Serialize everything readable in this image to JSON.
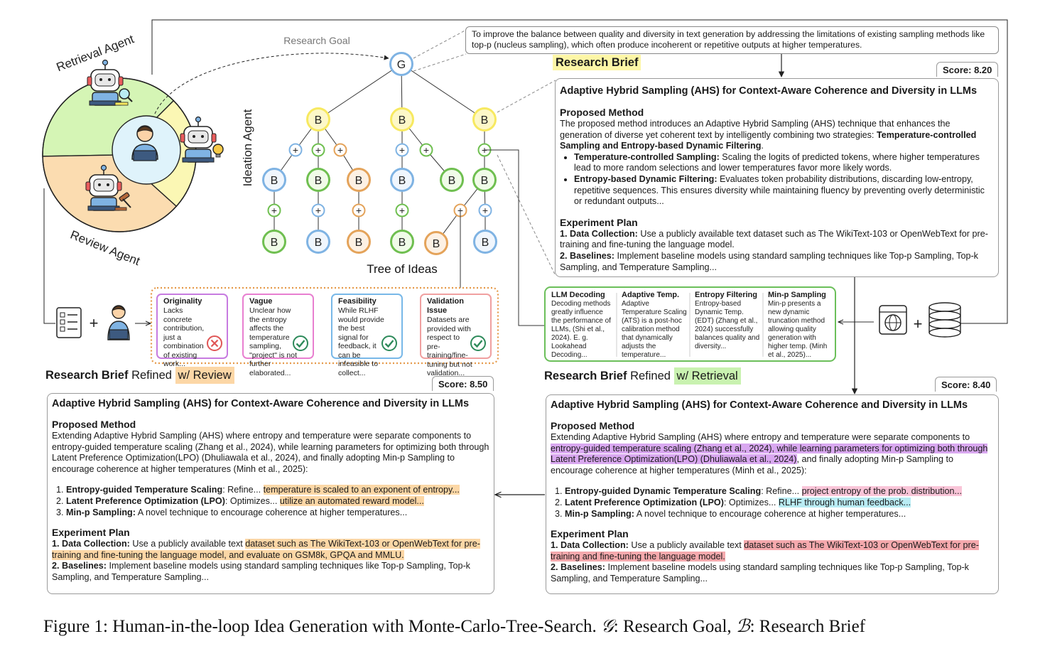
{
  "agents": {
    "retrieval_label": "Retrieval Agent",
    "ideation_label": "Ideation Agent",
    "review_label": "Review Agent",
    "research_goal_label": "Research Goal",
    "tree_label": "Tree of Ideas",
    "goal_node": "G",
    "brief_node": "B",
    "plus_symbol": "+"
  },
  "goal_text": "To improve the balance between quality and diversity in text generation by addressing the limitations of existing sampling methods like top-p (nucleus sampling), which often produce incoherent or repetitive outputs at higher temperatures.",
  "research_brief": {
    "heading": "Research Brief",
    "score": "Score: 8.20",
    "title": "Adaptive Hybrid Sampling (AHS) for Context-Aware Coherence and Diversity in LLMs",
    "method_heading": "Proposed Method",
    "method_intro": "The proposed method introduces an Adaptive Hybrid Sampling (AHS) technique that enhances the generation of diverse yet coherent text by intelligently combining two strategies: ",
    "method_intro_bold": "Temperature-controlled Sampling and Entropy-based Dynamic Filtering",
    "method_intro_end": ".",
    "bullets": [
      {
        "label": "Temperature-controlled Sampling:",
        "text": " Scaling the logits of predicted tokens, where higher temperatures lead to more random selections and lower temperatures favor more likely words."
      },
      {
        "label": "Entropy-based Dynamic Filtering:",
        "text": " Evaluates token probability distributions, discarding low-entropy, repetitive sequences. This ensures diversity while maintaining fluency by preventing overly deterministic or redundant outputs..."
      }
    ],
    "plan_heading": "Experiment Plan",
    "plan": [
      {
        "label": "1. Data Collection:",
        "text": " Use a publicly available text dataset such as The WikiText-103 or OpenWebText for pre-training and fine-tuning the language model."
      },
      {
        "label": "2. Baselines:",
        "text": " Implement baseline models using standard sampling techniques like Top-p Sampling, Top-k Sampling, and Temperature Sampling..."
      }
    ]
  },
  "reviews": [
    {
      "title": "Originality",
      "text": "Lacks concrete contribution, just a combination of existing work...",
      "mark": "cross-icon",
      "color": "#c77be0"
    },
    {
      "title": "Vague",
      "text": "Unclear how the entropy affects the temperature sampling, \"project\" is not further elaborated...",
      "mark": "check-icon",
      "color": "#e87fd0"
    },
    {
      "title": "Feasibility",
      "text": "While RLHF would provide the best signal for feedback, it can be infeasible to collect...",
      "mark": "check-icon",
      "color": "#78b8e8"
    },
    {
      "title": "Validation Issue",
      "text": "Datasets are provided with respect to pre-training/fine-tuning but not validation...",
      "mark": "check-icon",
      "color": "#f0a0a0"
    }
  ],
  "literature": [
    {
      "title": "LLM Decoding",
      "text": "Decoding methods greatly influence the performance of LLMs, (Shi et al., 2024). E. g. Lookahead Decoding..."
    },
    {
      "title": "Adaptive Temp.",
      "text": "Adaptive Temperature Scaling (ATS) is a post-hoc calibration method that dynamically adjusts the temperature..."
    },
    {
      "title": "Entropy Filtering",
      "text": "Entropy-based Dynamic Temp. (EDT) (Zhang et al., 2024) successfully balances quality and diversity..."
    },
    {
      "title": "Min-p Sampling",
      "text": "Min-p presents a new dynamic truncation method allowing quality generation with higher temp. (Minh et al., 2025)..."
    }
  ],
  "refined_review": {
    "heading_bold": "Research Brief",
    "heading_rest": " Refined ",
    "heading_tag": "w/ Review",
    "score": "Score: 8.50",
    "title": "Adaptive Hybrid Sampling (AHS) for Context-Aware Coherence and Diversity in LLMs",
    "method_heading": "Proposed Method",
    "intro": "Extending Adaptive Hybrid Sampling (AHS) where entropy and temperature were separate components to entropy-guided temperature scaling (Zhang et al., 2024), while learning parameters for optimizing both through Latent Preference Optimization(LPO) (Dhuliawala et al., 2024), and finally adopting Min-p Sampling to encourage coherence at higher temperatures (Minh et al., 2025):",
    "items": [
      {
        "label": "Entropy-guided Temperature Scaling",
        "pre": ": Refine... ",
        "hl": "temperature is scaled to an exponent of entropy..."
      },
      {
        "label": "Latent Preference Optimization (LPO)",
        "pre": ": Optimizes... ",
        "hl": "utilize an automated reward model..."
      },
      {
        "label": "Min-p Sampling:",
        "pre": " A novel technique to encourage coherence at higher temperatures...",
        "hl": ""
      }
    ],
    "plan_heading": "Experiment Plan",
    "plan1_label": "1. Data Collection:",
    "plan1_pre": " Use a publicly available text ",
    "plan1_hl": "dataset such as The WikiText-103 or OpenWebText for pre-training and fine-tuning the language model, and evaluate on GSM8k, GPQA and MMLU.",
    "plan2_label": "2. Baselines:",
    "plan2_text": " Implement baseline models using standard sampling techniques like Top-p Sampling, Top-k Sampling, and Temperature Sampling..."
  },
  "refined_retrieval": {
    "heading_bold": "Research Brief",
    "heading_rest": " Refined ",
    "heading_tag": "w/ Retrieval",
    "score": "Score: 8.40",
    "title": "Adaptive Hybrid Sampling (AHS) for Context-Aware Coherence and Diversity in LLMs",
    "method_heading": "Proposed Method",
    "intro_pre": "Extending Adaptive Hybrid Sampling (AHS) where entropy and temperature were separate components to ",
    "intro_hl": "entropy-guided temperature scaling (Zhang et al., 2024), while learning parameters for optimizing both through Latent Preference Optimization(LPO) (Dhuliawala et al., 2024)",
    "intro_post": ", and finally adopting Min-p Sampling to encourage coherence at higher temperatures (Minh et al., 2025):",
    "items": [
      {
        "label": "Entropy-guided Dynamic Temperature Scaling",
        "pre": ": Refine... ",
        "hl": "project entropy of the prob. distribution..."
      },
      {
        "label": "Latent Preference Optimization (LPO)",
        "pre": ": Optimizes... ",
        "hl": "RLHF through human feedback..."
      },
      {
        "label": "Min-p Sampling:",
        "pre": " A novel technique to encourage coherence at higher temperatures...",
        "hl": ""
      }
    ],
    "plan_heading": "Experiment Plan",
    "plan1_label": "1. Data Collection:",
    "plan1_pre": " Use a publicly available text ",
    "plan1_hl": "dataset such as The WikiText-103 or OpenWebText for pre-training and fine-tuning the language model.",
    "plan2_label": "2. Baselines:",
    "plan2_text": " Implement baseline models using standard sampling techniques like Top-p Sampling, Top-k Sampling, and Temperature Sampling..."
  },
  "caption": {
    "prefix": "Figure 1: Human-in-the-loop Idea Generation with Monte-Carlo-Tree-Search. ",
    "g_symbol": "𝒢",
    "g_text": ": Research Goal, ",
    "b_symbol": "ℬ",
    "b_text": ": Research Brief"
  },
  "colors": {
    "green_sector": "#d5f5b5",
    "yellow_sector": "#fbf7b4",
    "orange_sector": "#fbdcb0",
    "center": "#dff3fb",
    "node_yellow": "#f7e960",
    "node_blue": "#7fb3e3",
    "node_green": "#6fbf50",
    "node_orange": "#e4a35a",
    "plus_blue": "#7fb3e3",
    "plus_green": "#6fbf50",
    "plus_orange": "#e4a35a",
    "review_box_border": "#e59a4a",
    "literature_border": "#6bbf5a"
  }
}
